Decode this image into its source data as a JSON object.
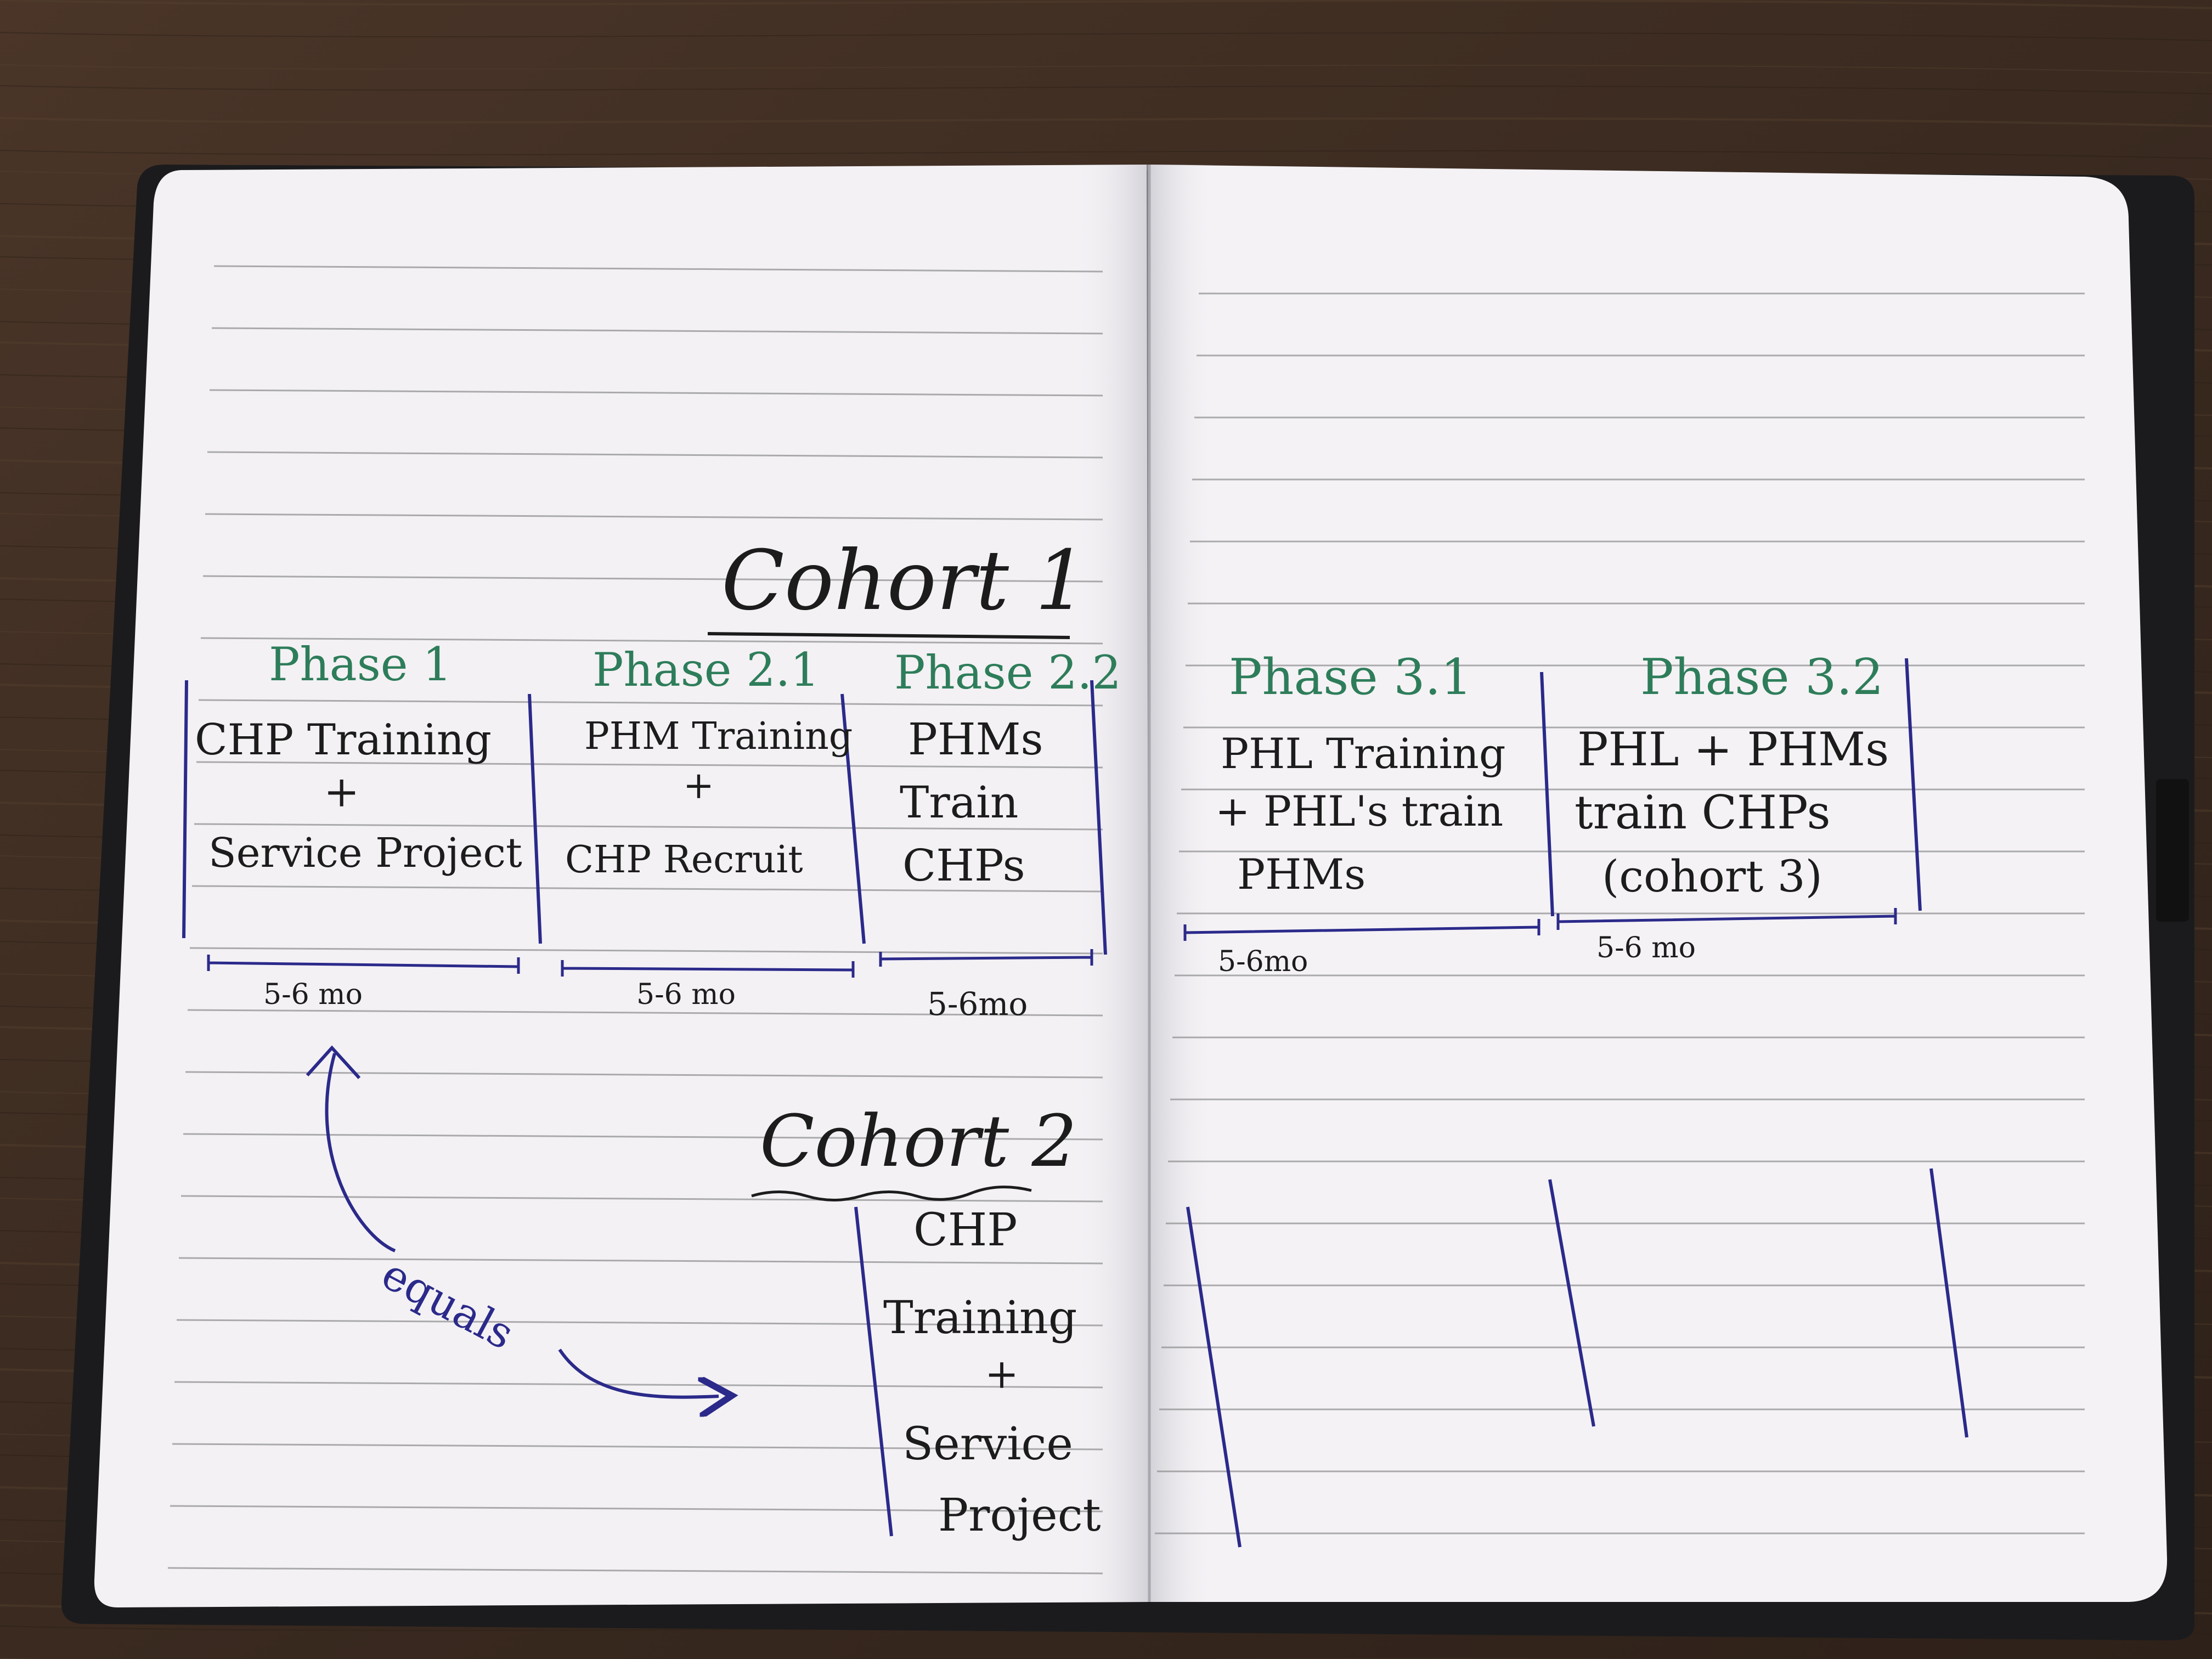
{
  "image": {
    "subject": "open-notebook-handwritten-timeline",
    "colors": {
      "table": "#3a2a20",
      "paper": "#f3f1f4",
      "rule_line": "#8a8a8c",
      "ink_blue": "#2b2a8a",
      "ink_green": "#2e7d5a",
      "ink_black": "#1c1c1c"
    }
  },
  "notes": {
    "cohort1_title": "Cohort 1",
    "cohort2_title": "Cohort 2",
    "phases": [
      {
        "label": "Phase 1",
        "lines": [
          "CHP Training",
          "+",
          "Service Project"
        ],
        "duration": "5-6 mo"
      },
      {
        "label": "Phase 2.1",
        "lines": [
          "PHM Training",
          "+",
          "CHP Recruit"
        ],
        "duration": "5-6 mo"
      },
      {
        "label": "Phase 2.2",
        "lines": [
          "PHMs",
          "Train",
          "CHPs"
        ],
        "duration": "5-6mo"
      },
      {
        "label": "Phase 3.1",
        "lines": [
          "PHL Training",
          "+ PHL's train",
          "PHMs"
        ],
        "duration": "5-6mo"
      },
      {
        "label": "Phase 3.2",
        "lines": [
          "PHL + PHMs",
          "train CHPs",
          "(cohort 3)"
        ],
        "duration": "5-6 mo"
      }
    ],
    "equals_label": "equals",
    "cohort2_lines": [
      "CHP",
      "Training",
      "+",
      "Service",
      "Project"
    ]
  }
}
